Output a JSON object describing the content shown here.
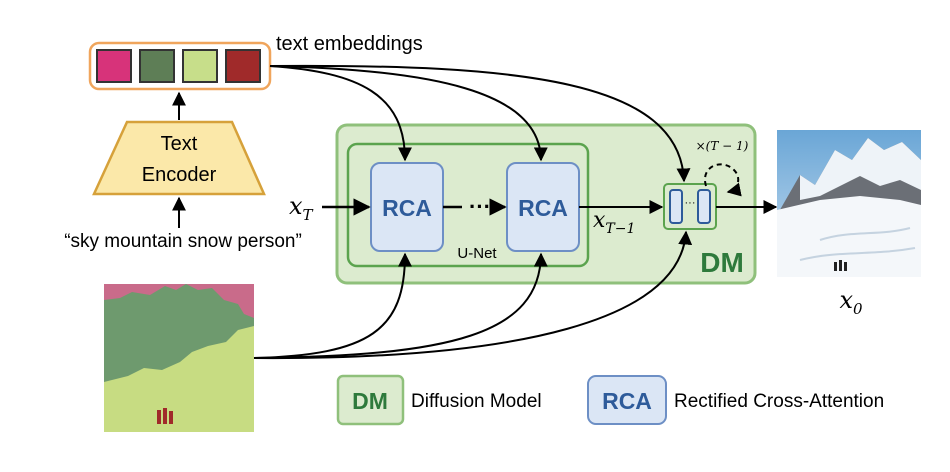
{
  "labels": {
    "text_embeddings": "text embeddings",
    "text_encoder_line1": "Text",
    "text_encoder_line2": "Encoder",
    "prompt": "“sky mountain snow person”",
    "x_T": "x",
    "x_T_sub": "T",
    "x_T_minus_1": "x",
    "x_T_minus_1_sub": "T−1",
    "x_0": "x",
    "x_0_sub": "0",
    "rca_block": "RCA",
    "ellipsis": "···",
    "unet": "U-Net",
    "dm_block": "DM",
    "loop": "×(T − 1)",
    "mini_ellipsis": "···"
  },
  "legend": {
    "dm_key": "DM",
    "dm_text": "Diffusion Model",
    "rca_key": "RCA",
    "rca_text": "Rectified Cross-Attention"
  },
  "colors": {
    "embedding_1": "#d7337a",
    "embedding_2": "#5e7e56",
    "embedding_3": "#c7de8a",
    "embedding_4": "#a02a2a",
    "embedding_border": "#f0a55c",
    "encoder_fill": "#fbe8a9",
    "encoder_stroke": "#d6a13a",
    "dm_fill": "#dcebcf",
    "dm_stroke": "#8fc07b",
    "rca_fill": "#dbe6f5",
    "rca_stroke": "#6d8fc5",
    "rca_text": "#2e5b9a",
    "dm_text": "#2e7a3c",
    "seg_sky": "#c96b8a",
    "seg_mountain": "#6e9a6e",
    "seg_snow": "#c7dc82",
    "seg_person": "#a02a2a"
  }
}
